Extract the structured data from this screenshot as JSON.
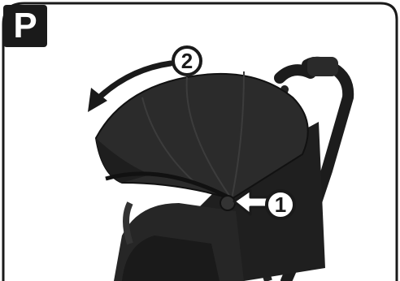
{
  "step": {
    "letter": "P"
  },
  "callouts": [
    {
      "number": "1"
    },
    {
      "number": "2"
    }
  ],
  "colors": {
    "frame": "#1a1a1a",
    "canopy": "#2b2b2b",
    "canopy_shade": "#1e1e1e",
    "background": "#ffffff"
  },
  "icons": [
    "canopy-fold-arrow-icon",
    "press-arrow-icon"
  ]
}
